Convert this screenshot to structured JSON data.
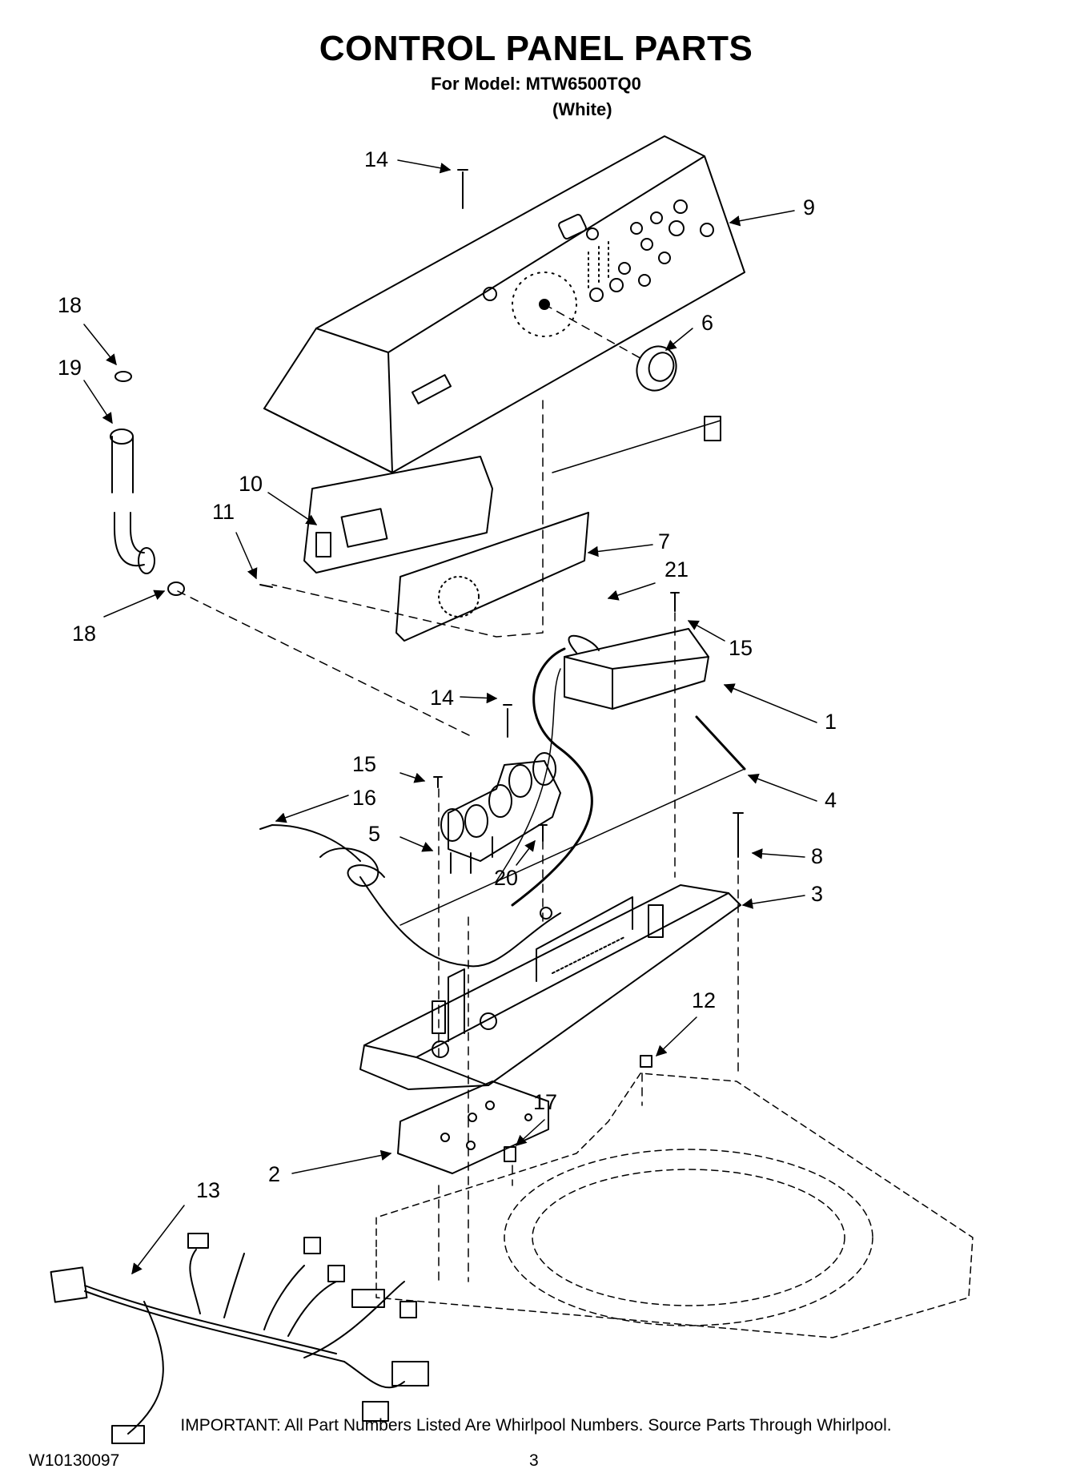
{
  "header": {
    "title": "CONTROL PANEL PARTS",
    "model_line": "For Model: MTW6500TQ0",
    "color_line": "(White)"
  },
  "callouts": [
    "14",
    "9",
    "18",
    "19",
    "6",
    "10",
    "11",
    "7",
    "21",
    "18",
    "15",
    "14",
    "1",
    "15",
    "16",
    "4",
    "5",
    "20",
    "8",
    "3",
    "12",
    "17",
    "2",
    "13"
  ],
  "footer": {
    "note": "IMPORTANT: All Part Numbers Listed Are Whirlpool Numbers. Source Parts Through Whirlpool.",
    "doc_number": "W10130097",
    "page_number": "3"
  }
}
